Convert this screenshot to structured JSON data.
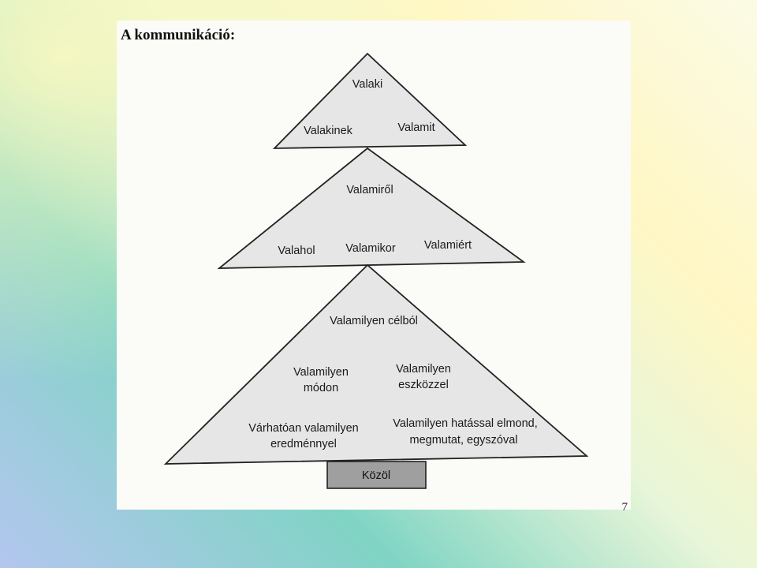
{
  "title": "A kommunikáció:",
  "page_number": "7",
  "levels": [
    {
      "labels": [
        "Valaki",
        "Valakinek",
        "Valamit"
      ]
    },
    {
      "labels": [
        "Valamiről",
        "Valahol",
        "Valamikor",
        "Valamiért"
      ]
    },
    {
      "labels": [
        "Valamilyen célból",
        "Valamilyen",
        "módon",
        "Valamilyen",
        "eszközzel",
        "Várhatóan valamilyen",
        "eredménnyel",
        "Valamilyen hatással elmond,",
        "megmutat, egyszóval"
      ]
    }
  ],
  "base": {
    "label": "Közöl"
  }
}
